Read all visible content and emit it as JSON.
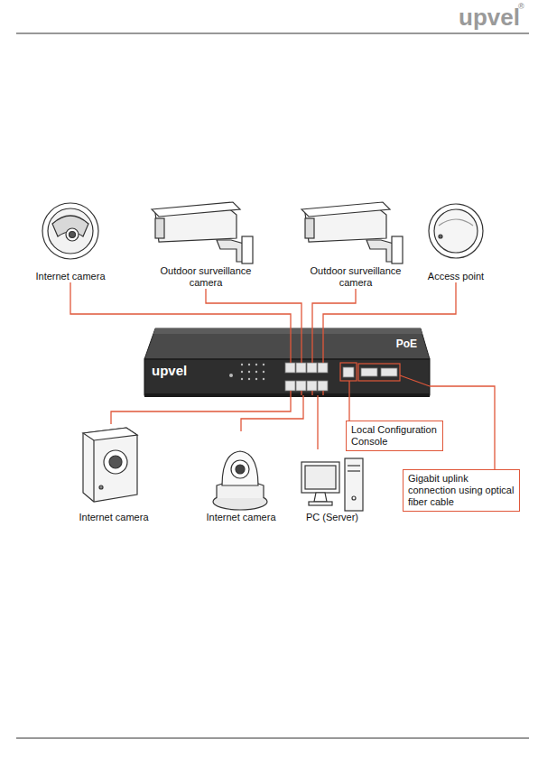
{
  "diagram": {
    "nodes": [
      {
        "text": [
          "Internet camera"
        ]
      },
      {
        "text": [
          "Outdoor surveillance camera"
        ]
      },
      {
        "text": [
          "Outdoor surveillance camera"
        ]
      },
      {
        "text": [
          "Access point"
        ]
      },
      {
        "text": [
          "upvel",
          "PoE"
        ]
      },
      {
        "text": [
          "Local Configuration Console"
        ]
      },
      {
        "text": [
          "Internet camera"
        ]
      },
      {
        "text": [
          "Internet camera"
        ]
      },
      {
        "text": [
          "PC (Server)"
        ]
      },
      {
        "text": [
          "Gigabit uplink connection using optical fiber cable"
        ]
      }
    ],
    "edges": [
      {
        "from": 0,
        "to": 4,
        "arrow": "none"
      },
      {
        "from": 1,
        "to": 4,
        "arrow": "none"
      },
      {
        "from": 2,
        "to": 4,
        "arrow": "none"
      },
      {
        "from": 3,
        "to": 4,
        "arrow": "none"
      },
      {
        "from": 5,
        "to": 4,
        "arrow": "none"
      },
      {
        "from": 6,
        "to": 4,
        "arrow": "none"
      },
      {
        "from": 7,
        "to": 4,
        "arrow": "none"
      },
      {
        "from": 8,
        "to": 4,
        "arrow": "none"
      },
      {
        "from": 9,
        "to": 4,
        "arrow": "none"
      }
    ],
    "labels": [
      "upvel",
      "®"
    ]
  }
}
